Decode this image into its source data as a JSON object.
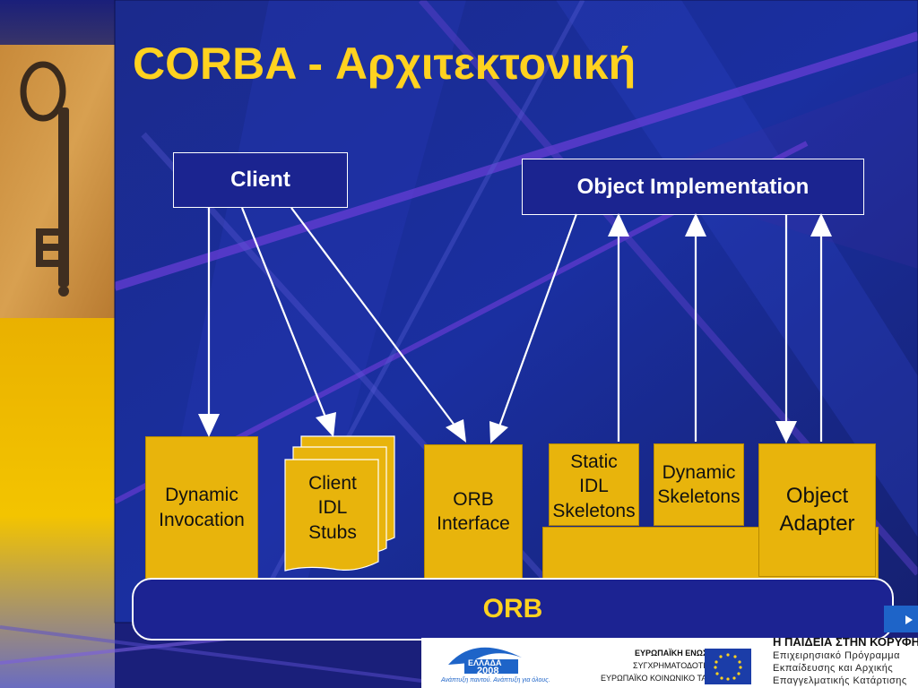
{
  "slide": {
    "title": "CORBA - Αρχιτεκτονική"
  },
  "diagram": {
    "client": "Client",
    "object_implementation": "Object Implementation",
    "dynamic_invocation": "Dynamic\nInvocation",
    "client_idl_stubs": "Client\nIDL\nStubs",
    "orb_interface": "ORB\nInterface",
    "static_idl_skeletons": "Static\nIDL\nSkeletons",
    "dynamic_skeletons": "Dynamic\nSkeletons",
    "object_adapter": "Object\nAdapter",
    "orb": "ORB"
  },
  "footer": {
    "greece_logo_text": "ΕΛΛΑΔΑ",
    "greece_logo_year": "2008",
    "greece_logo_motto": "Ανάπτυξη παντού. Ανάπτυξη για όλους.",
    "eu_line1": "ΕΥΡΩΠΑΪΚΗ ΕΝΩΣΗ",
    "eu_line2": "ΣΥΓΧΡΗΜΑΤΟΔΟΤΗΣΗ",
    "eu_line3": "ΕΥΡΩΠΑΪΚΟ ΚΟΙΝΩΝΙΚΟ ΤΑΜΕΙΟ",
    "program_title": "Η ΠΑΙΔΕΙΑ ΣΤΗΝ ΚΟΡΥΦΗ",
    "program_line1": "Επιχειρησιακό Πρόγραμμα",
    "program_line2": "Εκπαίδευσης και Αρχικής",
    "program_line3": "Επαγγελματικής Κατάρτισης"
  },
  "colors": {
    "background": "#1a1f7a",
    "title": "#ffd21f",
    "box_fill": "#e8b40c",
    "line": "#ffffff"
  }
}
